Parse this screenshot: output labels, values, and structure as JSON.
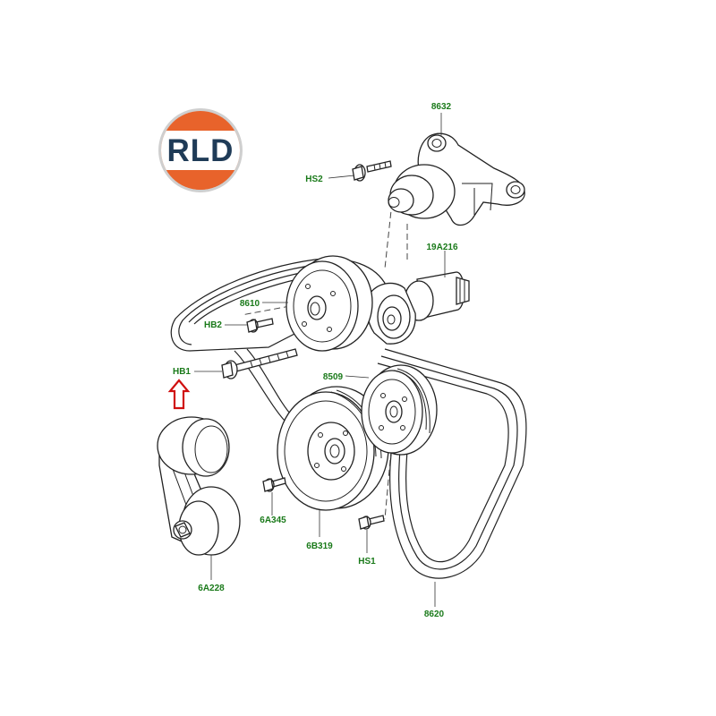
{
  "logo": {
    "text": "RLD",
    "colors": {
      "top": "#e8632b",
      "band": "#ffffff",
      "bottom": "#e8632b",
      "ring": "#cfcfcf",
      "text": "#1f3b57"
    }
  },
  "label_color": "#1a7a1a",
  "highlight_arrow_color": "#d01010",
  "labels": {
    "l8632": "8632",
    "lHS2": "HS2",
    "l19A216": "19A216",
    "l8610": "8610",
    "lHB2": "HB2",
    "lHB1": "HB1",
    "l8509": "8509",
    "l6A345": "6A345",
    "l6B319": "6B319",
    "lHS1": "HS1",
    "l6A228": "6A228",
    "l8620": "8620"
  }
}
